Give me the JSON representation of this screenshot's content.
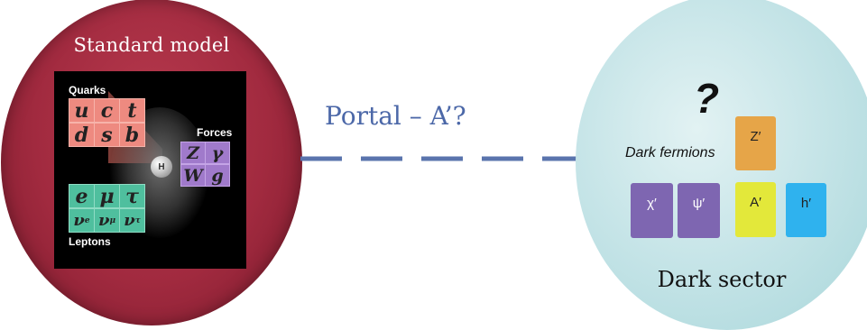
{
  "left": {
    "title": "Standard model",
    "quarks_label": "Quarks",
    "leptons_label": "Leptons",
    "forces_label": "Forces",
    "quarks": [
      "u",
      "c",
      "t",
      "d",
      "s",
      "b"
    ],
    "leptons": [
      "e",
      "μ",
      "τ",
      "ν",
      "ν",
      "ν"
    ],
    "lepton_nu_subs": [
      "e",
      "μ",
      "τ"
    ],
    "forces": [
      "Z",
      "γ",
      "W",
      "g"
    ],
    "higgs": "H",
    "colors": {
      "circle": "#a12a3f",
      "quark": "#ee8a80",
      "lepton": "#4fbf9e",
      "force": "#a07acb"
    }
  },
  "portal": {
    "label": "Portal – A’?",
    "color": "#4c68a8"
  },
  "right": {
    "question_mark": "?",
    "dark_fermions_label": "Dark fermions",
    "particles": {
      "chi": "χ′",
      "psi": "ψ′",
      "zprime": "Z′",
      "aprime": "A′",
      "hprime": "h′"
    },
    "title": "Dark sector",
    "colors": {
      "circle": "#c7e5e8",
      "fermion": "#7e66b1",
      "zprime": "#e6a548",
      "aprime": "#e3e83a",
      "hprime": "#2fb2ee"
    }
  }
}
